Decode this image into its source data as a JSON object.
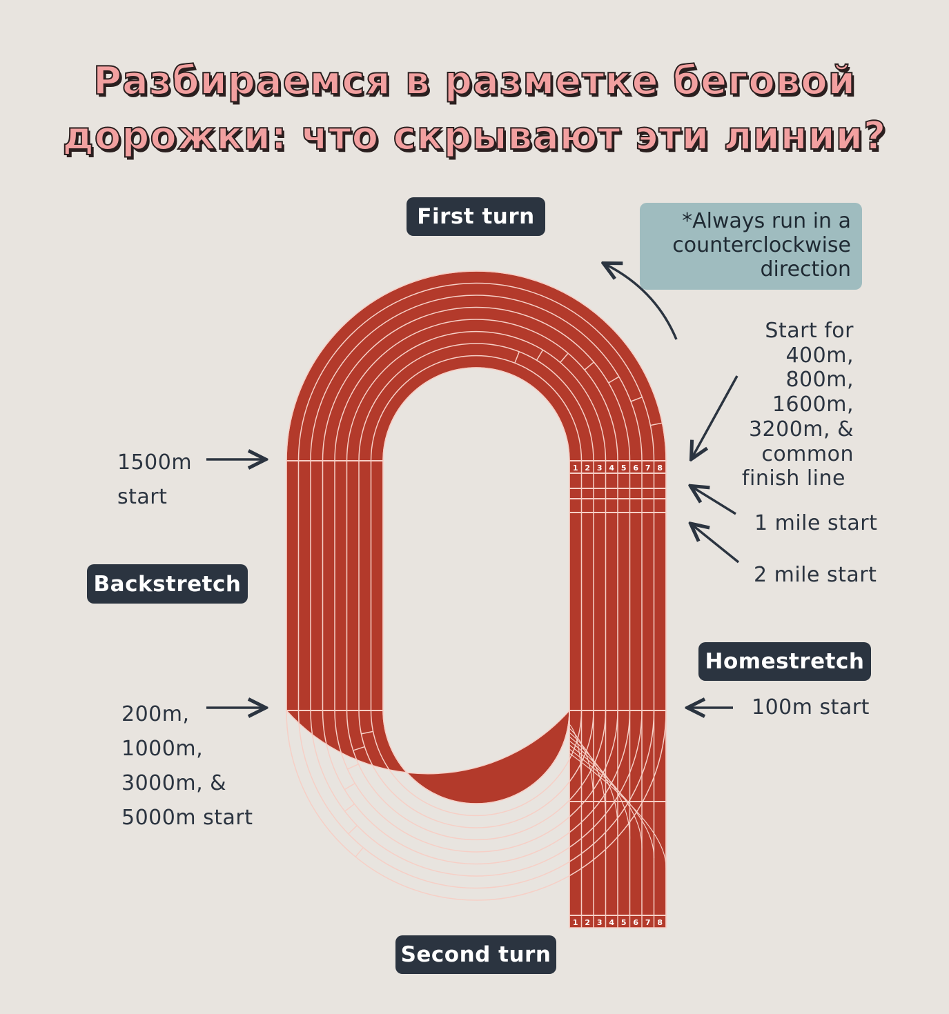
{
  "title": {
    "line1": "Разбираемся в разметке беговой",
    "line2": "дорожки: что скрывают эти линии?"
  },
  "labels": {
    "first_turn": "First turn",
    "second_turn": "Second turn",
    "backstretch": "Backstretch",
    "homestretch": "Homestretch"
  },
  "note": {
    "line1": "*Always run in a",
    "line2": "counterclockwise",
    "line3": "direction"
  },
  "markers": {
    "start_400": [
      "Start for",
      "400m,",
      "800m,",
      "1600m,",
      "3200m, &",
      "common",
      "finish line"
    ],
    "one_mile": "1 mile start",
    "two_mile": "2 mile start",
    "hundred": "100m start",
    "m1500": [
      "1500m",
      "start"
    ],
    "m200": [
      "200m,",
      "1000m,",
      "3000m, &",
      "5000m start"
    ]
  },
  "lane_numbers": [
    "1",
    "2",
    "3",
    "4",
    "5",
    "6",
    "7",
    "8"
  ],
  "colors": {
    "track": "#b33a2b",
    "pill": "#2b3440",
    "note": "#9fbcbf",
    "background": "#e8e4df",
    "title_fill": "#f2a0a0"
  }
}
